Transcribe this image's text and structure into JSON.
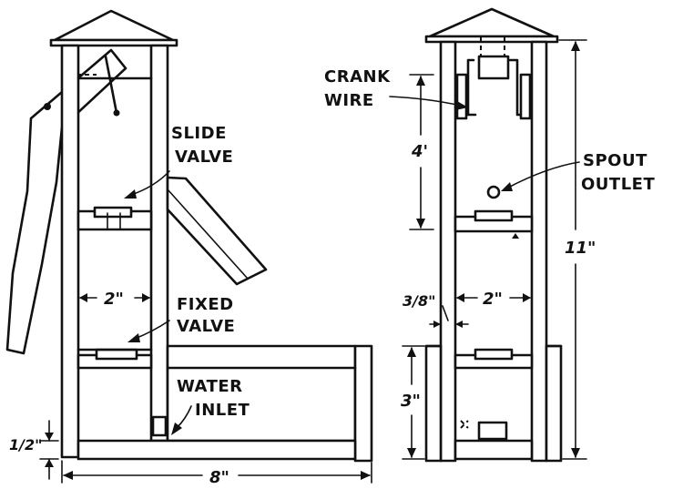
{
  "labels": {
    "slide_valve_1": "SLIDE",
    "slide_valve_2": "VALVE",
    "fixed_valve_1": "FIXED",
    "fixed_valve_2": "VALVE",
    "water_inlet_1": "WATER",
    "water_inlet_2": "INLET",
    "crank_wire_1": "CRANK",
    "crank_wire_2": "WIRE",
    "spout_outlet_1": "SPOUT",
    "spout_outlet_2": "OUTLET"
  },
  "dimensions": {
    "inner_width_left": "2\"",
    "inner_width_right": "2\"",
    "base_height": "1/2\"",
    "total_width": "8\"",
    "stroke_length": "4'",
    "total_height": "11\"",
    "wall_thickness": "3/8\"",
    "lower_height": "3\""
  }
}
